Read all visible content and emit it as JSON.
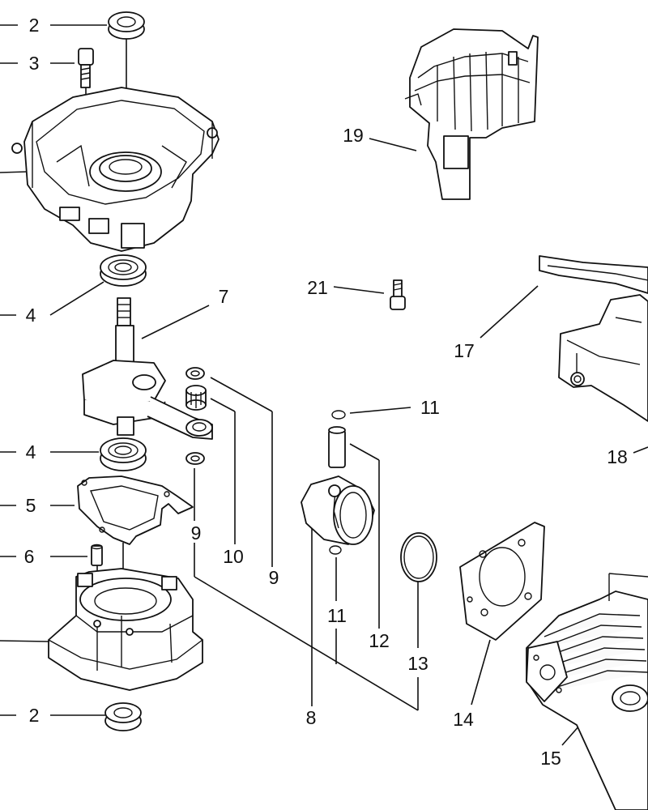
{
  "labels": {
    "l2a": "2",
    "l3": "3",
    "l4a": "4",
    "l7": "7",
    "l4b": "4",
    "l5": "5",
    "l6": "6",
    "l2b": "2",
    "l9a": "9",
    "l10": "10",
    "l9b": "9",
    "l8": "8",
    "l11a": "11",
    "l11b": "11",
    "l12": "12",
    "l13": "13",
    "l14": "14",
    "l15": "15",
    "l17": "17",
    "l18": "18",
    "l19": "19",
    "l21": "21"
  }
}
